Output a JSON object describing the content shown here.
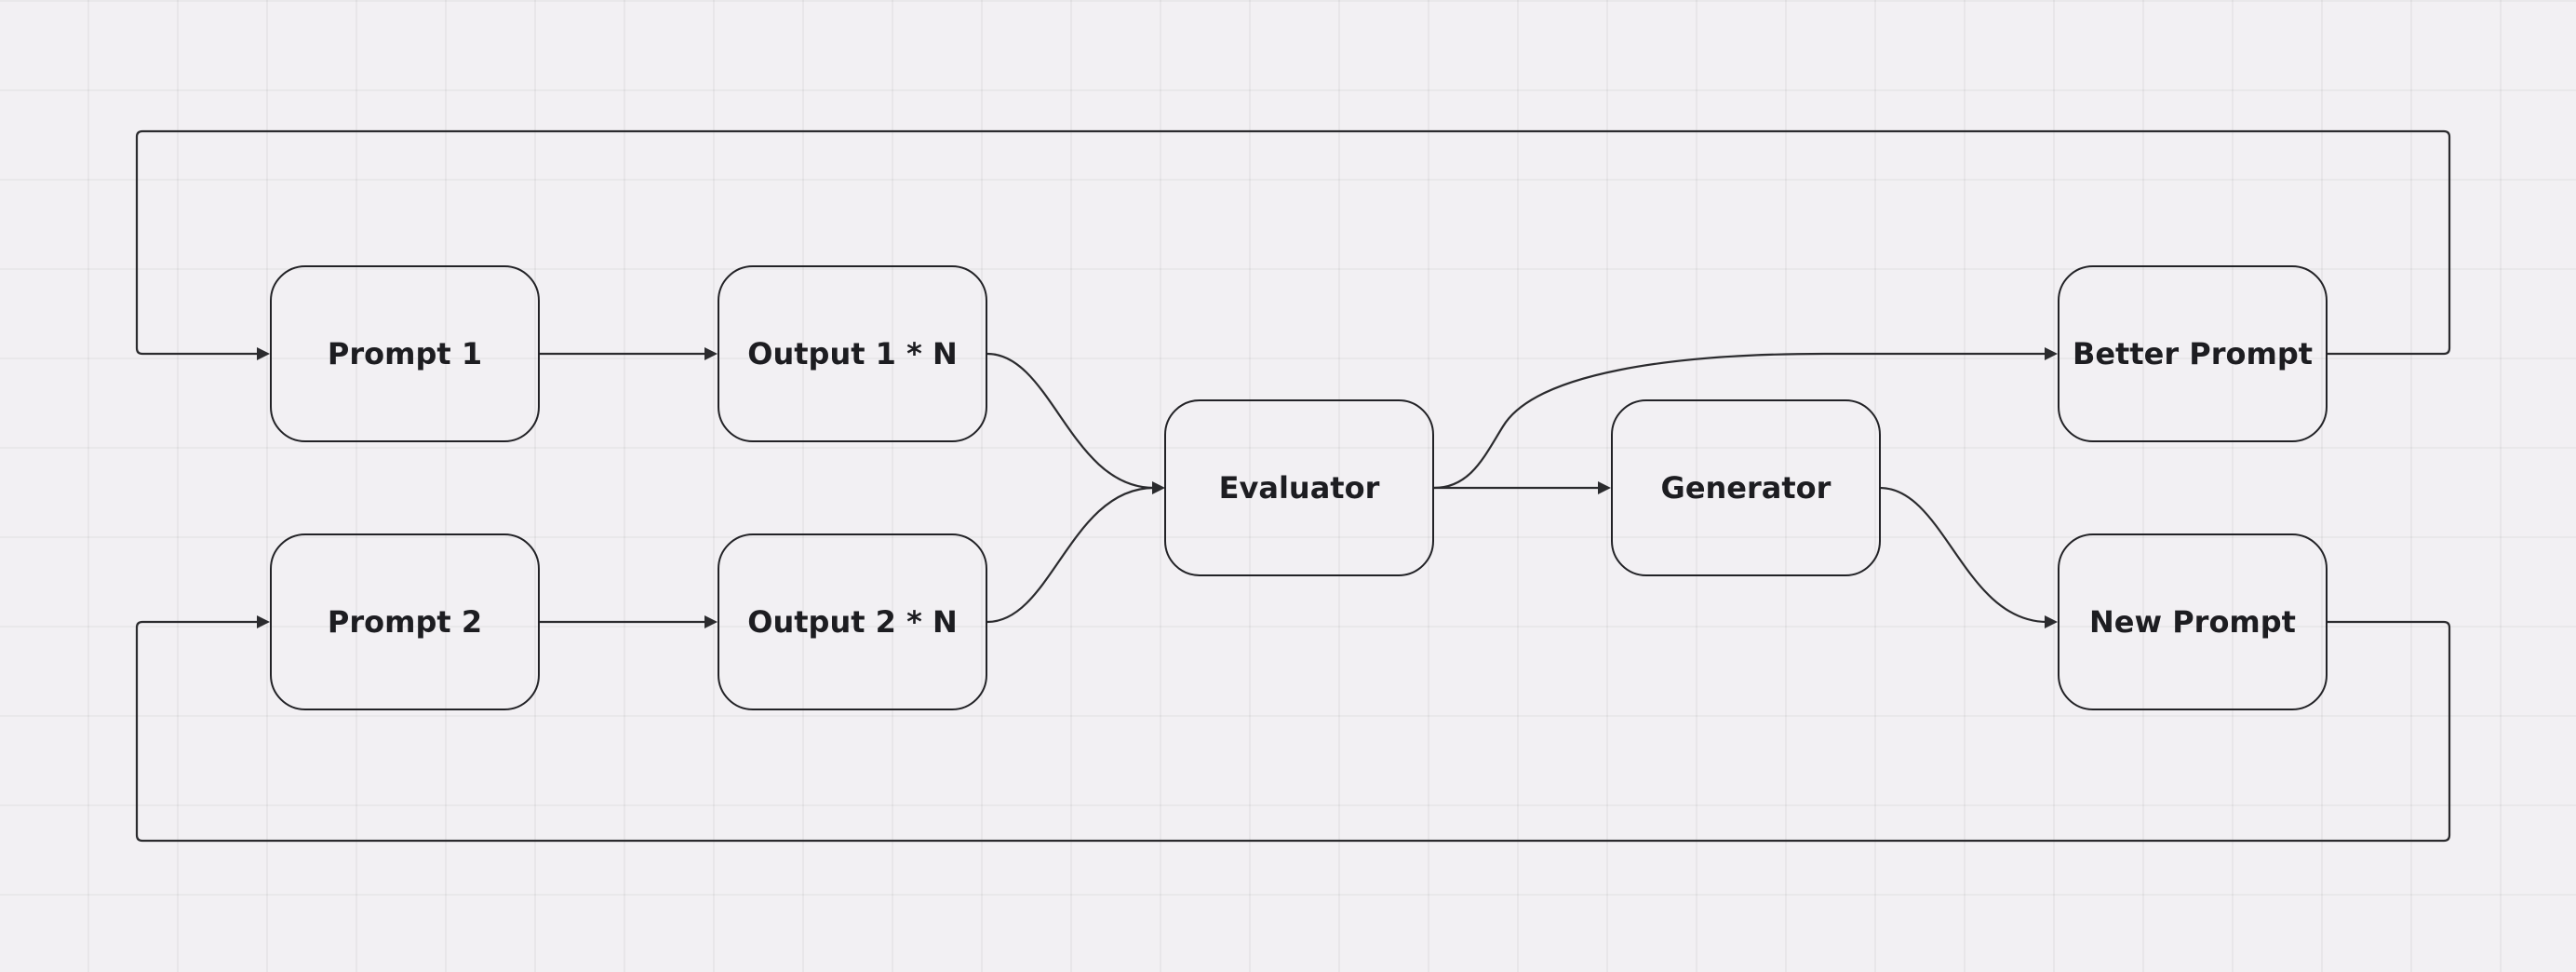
{
  "colors": {
    "background": "#f2f0f3",
    "grid": "#e3e1e5",
    "stroke": "#2b2b2e",
    "text": "#1d1d21"
  },
  "nodes": {
    "prompt_1": "Prompt 1",
    "prompt_2": "Prompt 2",
    "output_1": "Output 1 * N",
    "output_2": "Output 2 * N",
    "evaluator": "Evaluator",
    "generator": "Generator",
    "better_prompt": "Better Prompt",
    "new_prompt": "New Prompt"
  },
  "edges": [
    {
      "from": "Prompt 1",
      "to": "Output 1 * N"
    },
    {
      "from": "Prompt 2",
      "to": "Output 2 * N"
    },
    {
      "from": "Output 1 * N",
      "to": "Evaluator"
    },
    {
      "from": "Output 2 * N",
      "to": "Evaluator"
    },
    {
      "from": "Evaluator",
      "to": "Generator"
    },
    {
      "from": "Evaluator",
      "to": "Better Prompt"
    },
    {
      "from": "Generator",
      "to": "New Prompt"
    },
    {
      "from": "Better Prompt",
      "to": "Prompt 1"
    },
    {
      "from": "New Prompt",
      "to": "Prompt 2"
    }
  ]
}
